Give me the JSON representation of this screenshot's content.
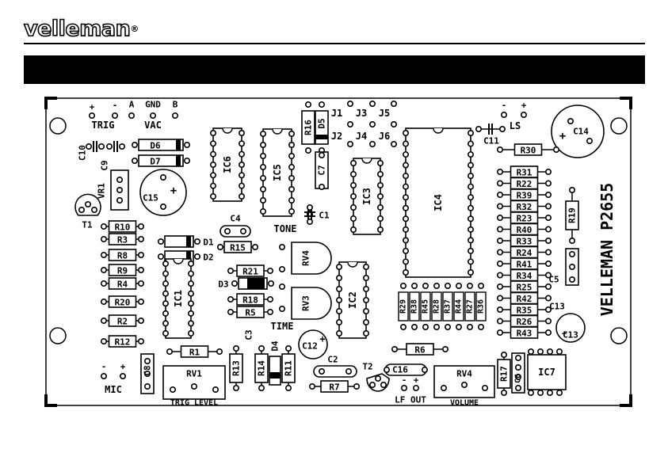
{
  "brand": {
    "logo_text": "velleman",
    "registered": "®"
  },
  "board": {
    "product_code": "VELLEMAN P2655",
    "connector_labels": {
      "trig_plus": "+",
      "trig_minus": "-",
      "trig": "TRIG",
      "vac_a": "A",
      "vac_gnd": "GND",
      "vac_b": "B",
      "vac": "VAC",
      "ls_minus": "-",
      "ls_plus": "+",
      "ls": "LS",
      "mic_minus": "-",
      "mic_plus": "+",
      "mic": "MIC",
      "lf_out": "LF OUT",
      "lf_minus": "-",
      "lf_plus": "+",
      "trig_level": "TRIG LEVEL",
      "volume": "VOLUME",
      "tone": "TONE",
      "time": "TIME"
    },
    "jumpers": [
      "J1",
      "J2",
      "J3",
      "J4",
      "J5",
      "J6"
    ],
    "resistors_left": [
      "R10",
      "R3",
      "R8",
      "R9",
      "R4",
      "R20",
      "R2",
      "R12"
    ],
    "resistors_mid": [
      "R21",
      "R18",
      "R5",
      "R15",
      "R1",
      "R6",
      "R7"
    ],
    "resistors_vertical_bottom": [
      "R13",
      "R14",
      "R11"
    ],
    "resistors_right_column": [
      "R30",
      "R31",
      "R22",
      "R39",
      "R32",
      "R23",
      "R40",
      "R33",
      "R24",
      "R41",
      "R34",
      "R25",
      "R42",
      "R35",
      "R26",
      "R43"
    ],
    "resistors_array": [
      "R29",
      "R38",
      "R45",
      "R28",
      "R37",
      "R44",
      "R27",
      "R36"
    ],
    "resistors_misc": [
      "R16",
      "R19",
      "R17"
    ],
    "capacitors": [
      "C1",
      "C2",
      "C3",
      "C4",
      "C5",
      "C7",
      "C8",
      "C9",
      "C10",
      "C11",
      "C12",
      "C13",
      "C14",
      "C15",
      "C16",
      "C6"
    ],
    "diodes": [
      "D1",
      "D2",
      "D3",
      "D4",
      "D5",
      "D6",
      "D7"
    ],
    "ics": [
      "IC1",
      "IC2",
      "IC3",
      "IC4",
      "IC5",
      "IC6",
      "IC7"
    ],
    "transistors": [
      "T1",
      "T2"
    ],
    "potentiometers": [
      "RV1",
      "RV2",
      "RV3",
      "RV4"
    ],
    "regulators": [
      "VR1"
    ]
  }
}
